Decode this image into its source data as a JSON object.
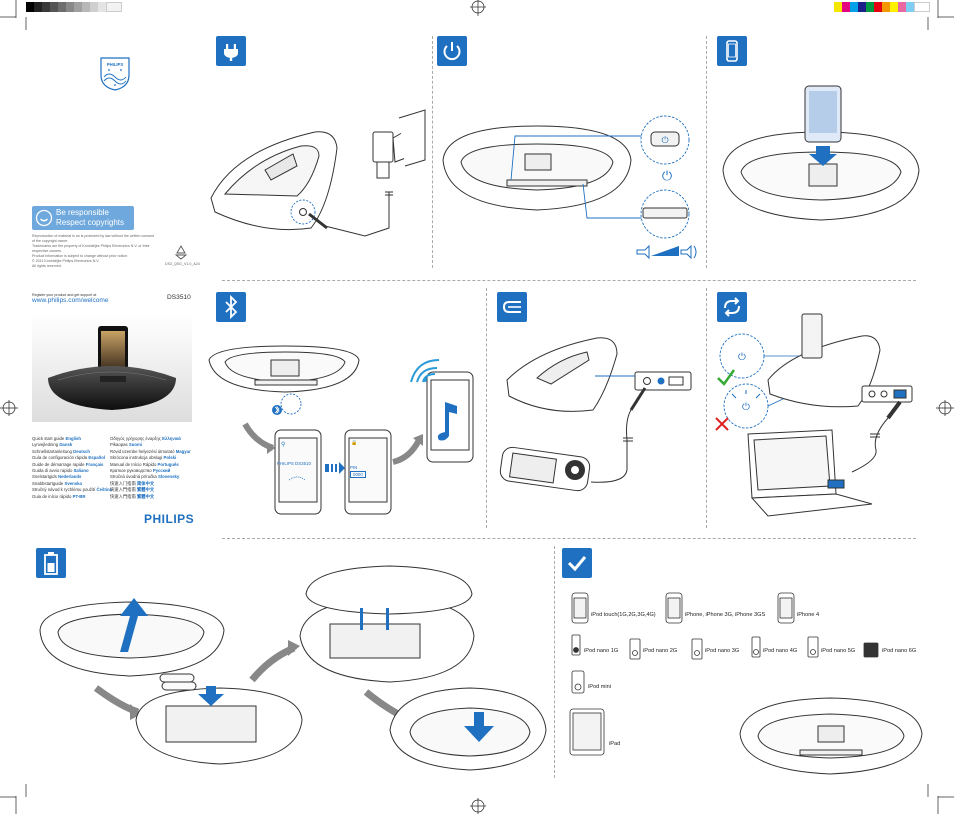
{
  "brand": {
    "name": "PHILIPS",
    "welcome_small": "Register your product and get support at",
    "url": "www.philips.com/welcome",
    "model": "DS3510"
  },
  "respect": {
    "line1": "Be responsible",
    "line2": "Respect copyrights"
  },
  "legal": [
    "Reproduction of material is an is protected by law without the written consent",
    "of the copyright owner.",
    "Trademarks are the property of Koninklijke Philips Electronics N.V. or their",
    "respective owners.",
    "Product information is subject to change without prior notice.",
    "© 2011 Koninklijke Philips Electronics N.V.",
    "All rights reserved."
  ],
  "recycle_code": "DS3_QSG_V1.0_A24",
  "guides_left": [
    {
      "text": "Quick start guide",
      "lang": "English"
    },
    {
      "text": "Lynvejledning",
      "lang": "Dansk"
    },
    {
      "text": "Schnellstartanleitung",
      "lang": "Deutsch"
    },
    {
      "text": "Guía de configuración rápida",
      "lang": "Español"
    },
    {
      "text": "Guide de démarrage rapide",
      "lang": "Français"
    },
    {
      "text": "Guida di avvio rapido",
      "lang": "Italiano"
    },
    {
      "text": "Snelstartgids",
      "lang": "Nederlands"
    },
    {
      "text": "Snabbstartguide",
      "lang": "Svenska"
    },
    {
      "text": "Stručný návod k rychlému použití",
      "lang": "Čeština"
    },
    {
      "text": "Guia de início rápido",
      "lang": "PT-BR"
    }
  ],
  "guides_right": [
    {
      "text": "Οδηγός γρήγορης έναρξης",
      "lang": "Ελληνικά"
    },
    {
      "text": "Pikaopas",
      "lang": "Suomi"
    },
    {
      "text": "Rövid üzembe helyezési útmutató",
      "lang": "Magyar"
    },
    {
      "text": "Skrócona instrukcja obsługi",
      "lang": "Polski"
    },
    {
      "text": "Manual de Início Rápido",
      "lang": "Português"
    },
    {
      "text": "Краткое руководство",
      "lang": "Русский"
    },
    {
      "text": "Stručná úvodná príručka",
      "lang": "Slovensky"
    },
    {
      "text": "快速入门指南",
      "lang": "简体中文"
    },
    {
      "text": "快速入門指南",
      "lang": "繁體中文"
    },
    {
      "text": "快速入門指南",
      "lang": "繁體中文"
    }
  ],
  "phone_screens": {
    "pairing": "PHILIPS DS3510",
    "pin_label": "PIN",
    "pin_value": "0000"
  },
  "compat": [
    {
      "label": "iPod touch(1G,2G,3G,4G)"
    },
    {
      "label": "iPhone, iPhone 3G, iPhone 3GS"
    },
    {
      "label": "iPhone 4"
    },
    {
      "label": "iPod nano 1G"
    },
    {
      "label": "iPod nano 2G"
    },
    {
      "label": "iPod nano 3G"
    },
    {
      "label": "iPod nano 4G"
    },
    {
      "label": "iPod nano 5G"
    },
    {
      "label": "iPod nano 6G"
    },
    {
      "label": "iPod mini"
    },
    {
      "label": "iPad"
    }
  ],
  "icons": [
    "power-plug-icon",
    "power-button-icon",
    "iphone-icon",
    "bluetooth-icon",
    "aux-cable-icon",
    "sync-icon",
    "battery-icon",
    "checkmark-icon",
    "recycle-icon",
    "philips-shield-logo"
  ],
  "colors": {
    "accent": "#1f70c1",
    "green": "#33aa33",
    "red": "#dd2222",
    "dark": "#222222"
  }
}
